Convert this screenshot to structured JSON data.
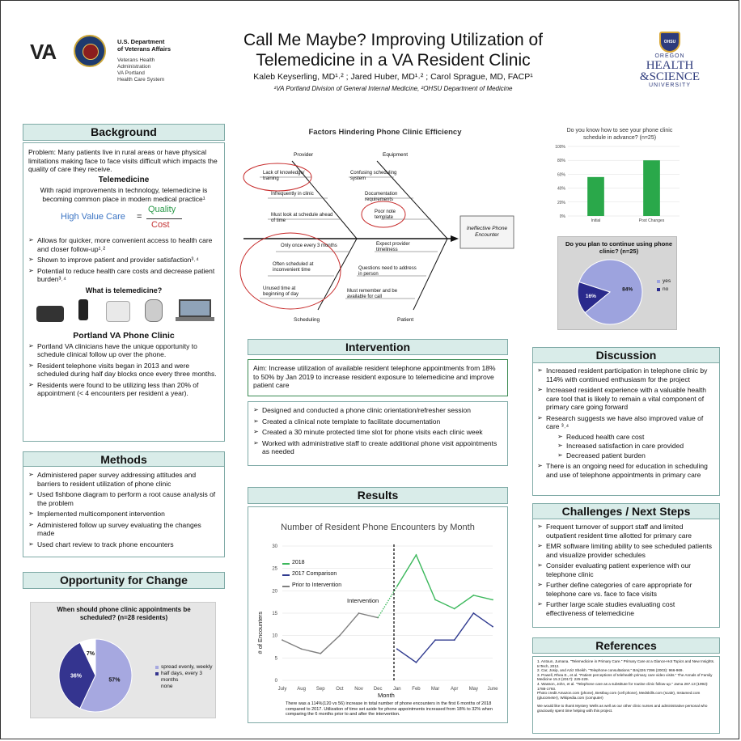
{
  "header": {
    "title_line1": "Call Me Maybe? Improving Utilization of",
    "title_line2": "Telemedicine in a VA Resident Clinic",
    "authors": "Kaleb Keyserling, MD¹˒² ; Jared Huber, MD¹˒² ; Carol Sprague, MD, FACP¹",
    "affiliations": "¹VA Portland Division of General Internal Medicine, ²OHSU Department of Medicine",
    "va_mark": "VA",
    "va_lines": [
      "U.S. Department",
      "of Veterans Affairs"
    ],
    "va_sublines": [
      "Veterans Health",
      "Administration",
      "VA Portland",
      "Health Care System"
    ],
    "ohsu_lines": [
      "OREGON",
      "HEALTH",
      "&SCIENCE",
      "UNIVERSITY"
    ],
    "ohsu_shield": "OHSU"
  },
  "background": {
    "heading": "Background",
    "problem": "Problem: Many patients live in rural areas or have physical limitations making face to face visits difficult which impacts the quality of care they receive.",
    "tele_heading": "Telemedicine",
    "tele_text": "With rapid improvements in technology, telemedicine is becoming common place in modern medical practice¹",
    "formula_left": "High Value Care",
    "formula_eq": "=",
    "formula_top": "Quality",
    "formula_bottom": "Cost",
    "bullets": [
      "Allows for quicker, more convenient access to health care and closer follow-up¹˒²",
      "Shown to improve patient and provider satisfaction³˒⁴",
      "Potential to reduce health care costs and decrease patient burden³˒⁴"
    ],
    "what_is": "What is telemedicine?",
    "device_icons": [
      "desk-phone-icon",
      "cell-phone-icon",
      "scale-icon",
      "glucometer-icon",
      "laptop-icon"
    ],
    "portland_heading": "Portland VA Phone Clinic",
    "portland_bullets": [
      "Portland VA clinicians have the unique opportunity to schedule clinical follow up over the phone.",
      "Resident telephone visits began in 2013 and were scheduled during half day blocks once every three months.",
      "Residents were found to be utilizing less than 20% of appointment (< 4 encounters per resident a year)."
    ]
  },
  "methods": {
    "heading": "Methods",
    "bullets": [
      "Administered paper survey addressing attitudes and barriers to resident utilization of phone clinic",
      "Used fishbone diagram to perform a root cause analysis of the problem",
      "Implemented multicomponent intervention",
      "Administered follow up survey evaluating the changes made",
      "Used chart review to track phone encounters"
    ]
  },
  "opportunity": {
    "heading": "Opportunity for Change",
    "chart_title": "When should phone clinic appointments be scheduled? (n=28 residents)",
    "slice_labels": [
      "57%",
      "36%",
      "7%"
    ],
    "legend": [
      "spread evenly, weekly",
      "half days, every 3 months",
      "none"
    ]
  },
  "fishbone": {
    "title": "Factors Hindering Phone Clinic Efficiency",
    "categories": [
      "Provider",
      "Equipment",
      "Scheduling",
      "Patient"
    ],
    "effect": "Ineffective Phone Encounter",
    "causes": {
      "provider": [
        "Lack of knowledge/ training",
        "Infrequently in clinic",
        "Must look at schedule ahead of time"
      ],
      "equipment": [
        "Confusing scheduling system",
        "Documentation requirements",
        "Poor note template"
      ],
      "scheduling": [
        "Only once every 3 months",
        "Often scheduled at inconvenient time",
        "Unused time at beginning of day"
      ],
      "patient": [
        "Expect provider timeliness",
        "Questions need to address in person",
        "Must remember and be available for call"
      ]
    }
  },
  "survey_bar": {
    "title": "Do you know how to see your phone clinic schedule in advance? (n=25)",
    "y_ticks": [
      "100%",
      "80%",
      "60%",
      "40%",
      "20%",
      "0%"
    ],
    "categories": [
      "Initial",
      "Post Changes"
    ]
  },
  "survey_pie": {
    "title": "Do you plan to continue using phone clinic? (n=25)",
    "slice_labels": [
      "84%",
      "16%"
    ],
    "legend": [
      "yes",
      "no"
    ]
  },
  "intervention": {
    "heading": "Intervention",
    "aim": "Aim: Increase utilization of available resident telephone appointments from 18% to 50% by Jan 2019 to increase resident exposure to telemedicine and improve patient care",
    "bullets": [
      "Designed and conducted a phone clinic orientation/refresher session",
      "Created a clinical note template to facilitate documentation",
      "Created a 30 minute protected time slot for phone visits each clinic week",
      "Worked with administrative staff to create additional phone visit appointments as needed"
    ]
  },
  "results": {
    "heading": "Results",
    "chart_title": "Number of Resident Phone Encounters by Month",
    "y_ticks": [
      "30",
      "25",
      "20",
      "15",
      "10",
      "5",
      "0"
    ],
    "x_ticks": [
      "July",
      "Aug",
      "Sep",
      "Oct",
      "Nov",
      "Dec",
      "Jan",
      "Feb",
      "Mar",
      "Apr",
      "May",
      "June"
    ],
    "xlabel": "Month",
    "ylabel": "# of Encounters",
    "legend": [
      "2018",
      "2017 Comparison",
      "Prior to Intervention"
    ],
    "annotation": "Intervention",
    "caption": "There was a 114%(120 vs 56) increase in total number of phone encounters in the first 6 months of 2018 compared to 2017.  Utilization of time set aside for phone appointments increased from 18% to 32% when comparing the 6 months prior to and after the intervention."
  },
  "discussion": {
    "heading": "Discussion",
    "bullets": [
      "Increased resident participation in telephone clinic by 114% with continued enthusiasm for the project",
      "Increased resident experience with a valuable health care tool that is likely to remain a vital component of primary care going forward",
      "Research suggests we have also improved value of care ³˒⁴"
    ],
    "sub_bullets": [
      "Reduced health care cost",
      "Increased satisfaction in care provided",
      "Decreased patient burden"
    ],
    "last_bullet": "There is an ongoing need for education in scheduling and use of telephone appointments in primary care"
  },
  "challenges": {
    "heading": "Challenges / Next Steps",
    "bullets": [
      "Frequent turnover of support staff and limited outpatient resident time allotted for primary care",
      "EMR software limiting ability to see scheduled patients and visualize provider schedules",
      "Consider evaluating patient experience with our telephone clinic",
      "Further define categories of care appropriate for telephone care vs. face to face visits",
      "Further large scale studies evaluating cost effectiveness of telemedicine"
    ]
  },
  "references": {
    "heading": "References",
    "items": [
      "1. Antoun, Jumana. \"Telemedicine in Primary Care.\" Primary Care at a Glance-Hot Topics and New Insights. InTech, 2012.",
      "2. Car, Josip, and Aziz Sheikh. \"Telephone consultations.\" Bmj326.7396 (2003): 966-969.",
      "3. Powell, Rhea E., et al. \"Patient perceptions of telehealth primary care video visits.\" The Annals of Family Medicine 15.3 (2017): 225-229.",
      "4. Wasson, John, et al. \"Telephone care as a substitute for routine clinic follow-up.\" Jama 267.13 (1992): 1788-1793.",
      "Photo credit Amazon.com (phone), Bestbuy.com (cell phone), Medskills.com (scale), Instamed.com (glucometer), Wikipedia.com (computer)"
    ],
    "thanks": "We would like to thank Mystery Wells as well as our other clinic nurses and administrative personal who graciously spent time helping with this project."
  },
  "chart_data": [
    {
      "type": "line",
      "title": "Number of Resident Phone Encounters by Month",
      "xlabel": "Month",
      "ylabel": "# of Encounters",
      "categories": [
        "July",
        "Aug",
        "Sep",
        "Oct",
        "Nov",
        "Dec",
        "Jan",
        "Feb",
        "Mar",
        "Apr",
        "May",
        "June"
      ],
      "ylim": [
        0,
        30
      ],
      "series": [
        {
          "name": "2018",
          "color": "#3cb85c",
          "x": [
            "Jan",
            "Feb",
            "Mar",
            "Apr",
            "May",
            "June"
          ],
          "values": [
            21,
            28,
            18,
            16,
            19,
            18
          ]
        },
        {
          "name": "2017 Comparison",
          "color": "#2f3a8f",
          "x": [
            "Jan",
            "Feb",
            "Mar",
            "Apr",
            "May",
            "June"
          ],
          "values": [
            7,
            4,
            9,
            9,
            15,
            12
          ]
        },
        {
          "name": "Prior to Intervention",
          "color": "#7f7f7f",
          "x": [
            "July",
            "Aug",
            "Sep",
            "Oct",
            "Nov",
            "Dec"
          ],
          "values": [
            9,
            7,
            6,
            10,
            15,
            14
          ]
        }
      ],
      "annotation": "Intervention",
      "legend_position": "top-left"
    },
    {
      "type": "bar",
      "title": "Do you know how to see your phone clinic schedule in advance? (n=25)",
      "categories": [
        "Initial",
        "Post Changes"
      ],
      "values": [
        56,
        80
      ],
      "ylim": [
        0,
        100
      ],
      "color": "#2aa84a"
    },
    {
      "type": "pie",
      "title": "Do you plan to continue using phone clinic? (n=25)",
      "labels": [
        "yes",
        "no"
      ],
      "values": [
        84,
        16
      ],
      "colors": [
        "#9da3de",
        "#2a2a8c"
      ]
    },
    {
      "type": "pie",
      "title": "When should phone clinic appointments be scheduled? (n=28 residents)",
      "labels": [
        "spread evenly, weekly",
        "half days, every 3 months",
        "none"
      ],
      "values": [
        57,
        36,
        7
      ],
      "colors": [
        "#a6a8e0",
        "#34348f",
        "#ffffff"
      ]
    }
  ]
}
